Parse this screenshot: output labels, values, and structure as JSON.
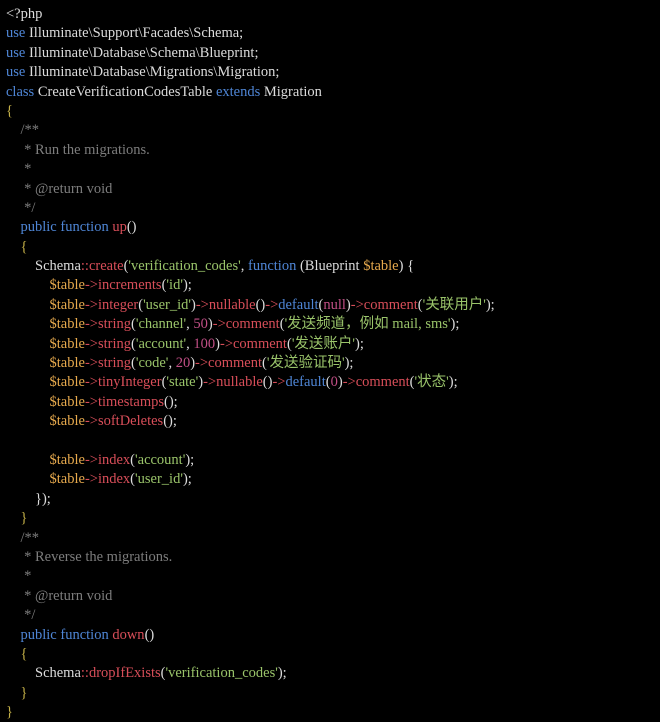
{
  "theme": {
    "background": "#000000",
    "colors": {
      "plain": "#dcdcdc",
      "keyword": "#4f86d6",
      "comment": "#7d7d7d",
      "string": "#9ac46a",
      "variable": "#e6a94d",
      "method": "#d84e59",
      "number": "#c24f86",
      "operator": "#d84e59",
      "brace": "#c5b148"
    }
  },
  "code": {
    "lines": [
      [
        [
          "plain",
          "<?php"
        ]
      ],
      [
        [
          "keyword",
          "use"
        ],
        [
          "plain",
          " Illuminate\\Support\\Facades\\Schema;"
        ]
      ],
      [
        [
          "keyword",
          "use"
        ],
        [
          "plain",
          " Illuminate\\Database\\Schema\\Blueprint;"
        ]
      ],
      [
        [
          "keyword",
          "use"
        ],
        [
          "plain",
          " Illuminate\\Database\\Migrations\\Migration;"
        ]
      ],
      [
        [
          "keyword",
          "class"
        ],
        [
          "plain",
          " CreateVerificationCodesTable "
        ],
        [
          "keyword",
          "extends"
        ],
        [
          "plain",
          " Migration"
        ]
      ],
      [
        [
          "brace",
          "{"
        ]
      ],
      [
        [
          "comment",
          "\t/**"
        ]
      ],
      [
        [
          "comment",
          "\t * Run the migrations."
        ]
      ],
      [
        [
          "comment",
          "\t *"
        ]
      ],
      [
        [
          "comment",
          "\t * @return void"
        ]
      ],
      [
        [
          "comment",
          "\t */"
        ]
      ],
      [
        [
          "plain",
          "\t"
        ],
        [
          "keyword",
          "public"
        ],
        [
          "plain",
          " "
        ],
        [
          "keyword",
          "function"
        ],
        [
          "plain",
          " "
        ],
        [
          "method",
          "up"
        ],
        [
          "plain",
          "()"
        ]
      ],
      [
        [
          "plain",
          "\t"
        ],
        [
          "brace",
          "{"
        ]
      ],
      [
        [
          "plain",
          "\t\tSchema"
        ],
        [
          "operator",
          "::"
        ],
        [
          "method",
          "create"
        ],
        [
          "plain",
          "("
        ],
        [
          "string",
          "'verification_codes'"
        ],
        [
          "plain",
          ", "
        ],
        [
          "keyword",
          "function"
        ],
        [
          "plain",
          " (Blueprint "
        ],
        [
          "variable",
          "$table"
        ],
        [
          "plain",
          ") {"
        ]
      ],
      [
        [
          "plain",
          "\t\t\t"
        ],
        [
          "variable",
          "$table"
        ],
        [
          "operator",
          "->"
        ],
        [
          "method",
          "increments"
        ],
        [
          "plain",
          "("
        ],
        [
          "string",
          "'id'"
        ],
        [
          "plain",
          ");"
        ]
      ],
      [
        [
          "plain",
          "\t\t\t"
        ],
        [
          "variable",
          "$table"
        ],
        [
          "operator",
          "->"
        ],
        [
          "method",
          "integer"
        ],
        [
          "plain",
          "("
        ],
        [
          "string",
          "'user_id'"
        ],
        [
          "plain",
          ")"
        ],
        [
          "operator",
          "->"
        ],
        [
          "method",
          "nullable"
        ],
        [
          "plain",
          "()"
        ],
        [
          "operator",
          "->"
        ],
        [
          "keyword",
          "default"
        ],
        [
          "plain",
          "("
        ],
        [
          "number",
          "null"
        ],
        [
          "plain",
          ")"
        ],
        [
          "operator",
          "->"
        ],
        [
          "method",
          "comment"
        ],
        [
          "plain",
          "("
        ],
        [
          "string",
          "'关联用户'"
        ],
        [
          "plain",
          ");"
        ]
      ],
      [
        [
          "plain",
          "\t\t\t"
        ],
        [
          "variable",
          "$table"
        ],
        [
          "operator",
          "->"
        ],
        [
          "method",
          "string"
        ],
        [
          "plain",
          "("
        ],
        [
          "string",
          "'channel'"
        ],
        [
          "plain",
          ", "
        ],
        [
          "number",
          "50"
        ],
        [
          "plain",
          ")"
        ],
        [
          "operator",
          "->"
        ],
        [
          "method",
          "comment"
        ],
        [
          "plain",
          "("
        ],
        [
          "string",
          "'发送频道，例如 mail, sms'"
        ],
        [
          "plain",
          ");"
        ]
      ],
      [
        [
          "plain",
          "\t\t\t"
        ],
        [
          "variable",
          "$table"
        ],
        [
          "operator",
          "->"
        ],
        [
          "method",
          "string"
        ],
        [
          "plain",
          "("
        ],
        [
          "string",
          "'account'"
        ],
        [
          "plain",
          ", "
        ],
        [
          "number",
          "100"
        ],
        [
          "plain",
          ")"
        ],
        [
          "operator",
          "->"
        ],
        [
          "method",
          "comment"
        ],
        [
          "plain",
          "("
        ],
        [
          "string",
          "'发送账户'"
        ],
        [
          "plain",
          ");"
        ]
      ],
      [
        [
          "plain",
          "\t\t\t"
        ],
        [
          "variable",
          "$table"
        ],
        [
          "operator",
          "->"
        ],
        [
          "method",
          "string"
        ],
        [
          "plain",
          "("
        ],
        [
          "string",
          "'code'"
        ],
        [
          "plain",
          ", "
        ],
        [
          "number",
          "20"
        ],
        [
          "plain",
          ")"
        ],
        [
          "operator",
          "->"
        ],
        [
          "method",
          "comment"
        ],
        [
          "plain",
          "("
        ],
        [
          "string",
          "'发送验证码'"
        ],
        [
          "plain",
          ");"
        ]
      ],
      [
        [
          "plain",
          "\t\t\t"
        ],
        [
          "variable",
          "$table"
        ],
        [
          "operator",
          "->"
        ],
        [
          "method",
          "tinyInteger"
        ],
        [
          "plain",
          "("
        ],
        [
          "string",
          "'state'"
        ],
        [
          "plain",
          ")"
        ],
        [
          "operator",
          "->"
        ],
        [
          "method",
          "nullable"
        ],
        [
          "plain",
          "()"
        ],
        [
          "operator",
          "->"
        ],
        [
          "keyword",
          "default"
        ],
        [
          "plain",
          "("
        ],
        [
          "number",
          "0"
        ],
        [
          "plain",
          ")"
        ],
        [
          "operator",
          "->"
        ],
        [
          "method",
          "comment"
        ],
        [
          "plain",
          "("
        ],
        [
          "string",
          "'状态'"
        ],
        [
          "plain",
          ");"
        ]
      ],
      [
        [
          "plain",
          "\t\t\t"
        ],
        [
          "variable",
          "$table"
        ],
        [
          "operator",
          "->"
        ],
        [
          "method",
          "timestamps"
        ],
        [
          "plain",
          "();"
        ]
      ],
      [
        [
          "plain",
          "\t\t\t"
        ],
        [
          "variable",
          "$table"
        ],
        [
          "operator",
          "->"
        ],
        [
          "method",
          "softDeletes"
        ],
        [
          "plain",
          "();"
        ]
      ],
      [
        [
          "plain",
          ""
        ]
      ],
      [
        [
          "plain",
          "\t\t\t"
        ],
        [
          "variable",
          "$table"
        ],
        [
          "operator",
          "->"
        ],
        [
          "method",
          "index"
        ],
        [
          "plain",
          "("
        ],
        [
          "string",
          "'account'"
        ],
        [
          "plain",
          ");"
        ]
      ],
      [
        [
          "plain",
          "\t\t\t"
        ],
        [
          "variable",
          "$table"
        ],
        [
          "operator",
          "->"
        ],
        [
          "method",
          "index"
        ],
        [
          "plain",
          "("
        ],
        [
          "string",
          "'user_id'"
        ],
        [
          "plain",
          ");"
        ]
      ],
      [
        [
          "plain",
          "\t\t});"
        ]
      ],
      [
        [
          "plain",
          "\t"
        ],
        [
          "brace",
          "}"
        ]
      ],
      [
        [
          "comment",
          "\t/**"
        ]
      ],
      [
        [
          "comment",
          "\t * Reverse the migrations."
        ]
      ],
      [
        [
          "comment",
          "\t *"
        ]
      ],
      [
        [
          "comment",
          "\t * @return void"
        ]
      ],
      [
        [
          "comment",
          "\t */"
        ]
      ],
      [
        [
          "plain",
          "\t"
        ],
        [
          "keyword",
          "public"
        ],
        [
          "plain",
          " "
        ],
        [
          "keyword",
          "function"
        ],
        [
          "plain",
          " "
        ],
        [
          "method",
          "down"
        ],
        [
          "plain",
          "()"
        ]
      ],
      [
        [
          "plain",
          "\t"
        ],
        [
          "brace",
          "{"
        ]
      ],
      [
        [
          "plain",
          "\t\tSchema"
        ],
        [
          "operator",
          "::"
        ],
        [
          "method",
          "dropIfExists"
        ],
        [
          "plain",
          "("
        ],
        [
          "string",
          "'verification_codes'"
        ],
        [
          "plain",
          ");"
        ]
      ],
      [
        [
          "plain",
          "\t"
        ],
        [
          "brace",
          "}"
        ]
      ],
      [
        [
          "brace",
          "}"
        ]
      ]
    ]
  }
}
